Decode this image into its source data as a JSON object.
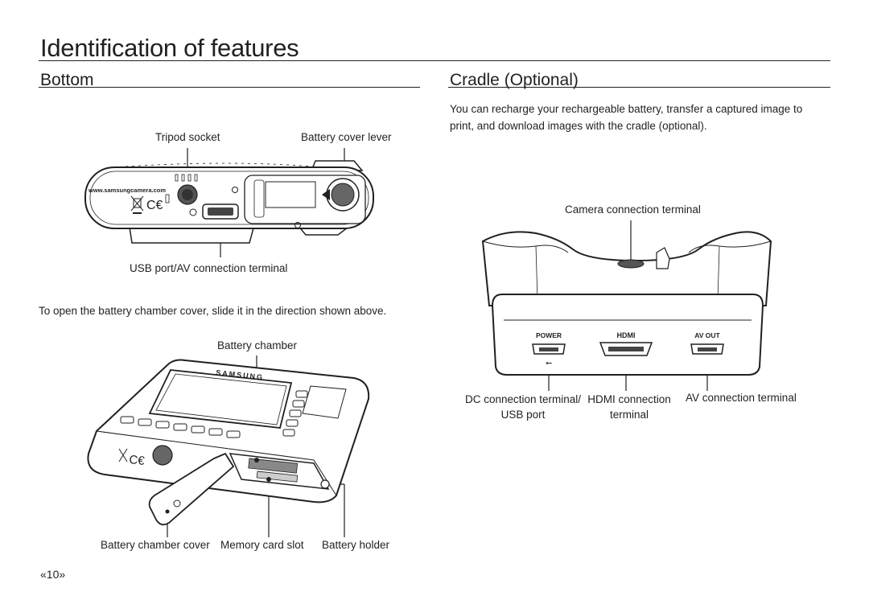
{
  "page": {
    "title": "Identification of features",
    "page_number": "«10»"
  },
  "bottom": {
    "heading": "Bottom",
    "labels": {
      "tripod_socket": "Tripod socket",
      "battery_cover_lever": "Battery cover lever",
      "usb_av_terminal": "USB port/AV connection terminal",
      "battery_chamber": "Battery chamber",
      "battery_chamber_cover": "Battery chamber cover",
      "memory_card_slot": "Memory card slot",
      "battery_holder": "Battery holder"
    },
    "camera_website": "www.samsungcamera.com",
    "camera_brand": "SAMSUNG",
    "instruction": "To open the battery chamber cover, slide it in the direction shown above."
  },
  "cradle": {
    "heading": "Cradle (Optional)",
    "description_line1": "You can recharge your rechargeable battery, transfer a captured image to",
    "description_line2": "print, and download images with the cradle (optional).",
    "labels": {
      "camera_connection_terminal": "Camera connection terminal",
      "dc_connection_line1": "DC connection terminal/",
      "dc_connection_line2": "USB port",
      "hdmi_connection_line1": "HDMI connection",
      "hdmi_connection_line2": "terminal",
      "av_connection": "AV connection terminal"
    },
    "port_labels": {
      "power": "POWER",
      "hdmi": "HDMI",
      "av_out": "AV OUT"
    }
  },
  "icons": [
    "tripod-socket-icon",
    "battery-lever-icon",
    "usb-port-icon",
    "hdmi-port-icon",
    "av-port-icon",
    "ce-mark-icon",
    "weee-bin-icon"
  ]
}
